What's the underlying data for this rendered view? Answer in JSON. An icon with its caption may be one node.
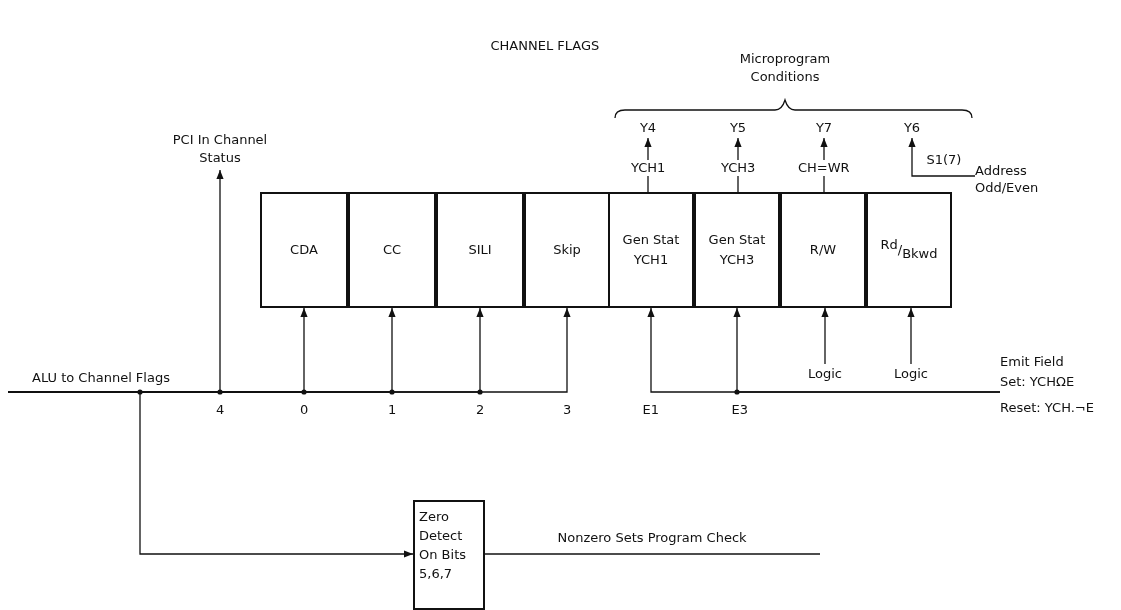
{
  "diagram": {
    "title": "CHANNEL FLAGS",
    "nodes": [
      {
        "text": [
          "CDA"
        ]
      },
      {
        "text": [
          "CC"
        ]
      },
      {
        "text": [
          "SILI"
        ]
      },
      {
        "text": [
          "Skip"
        ]
      },
      {
        "text": [
          "Gen Stat YCH1"
        ]
      },
      {
        "text": [
          "Gen Stat YCH3"
        ]
      },
      {
        "text": [
          "R/W"
        ]
      },
      {
        "text": [
          "$^{Rd}$/$_{Bkwd}$"
        ]
      },
      {
        "text": [
          "Zero Detect On Bits 5,6,7"
        ]
      },
      {
        "text": [
          "ALU to Channel Flags"
        ]
      },
      {
        "text": [
          "PCI In Channel Status"
        ]
      },
      {
        "text": [
          "Emit Field",
          "Set: YCHΩE",
          "Reset: YCH.¬E"
        ]
      },
      {
        "text": [
          "Logic"
        ]
      },
      {
        "text": [
          "Logic"
        ]
      },
      {
        "text": [
          "Y4"
        ]
      },
      {
        "text": [
          "Y5"
        ]
      },
      {
        "text": [
          "Y7"
        ]
      },
      {
        "text": [
          "Y6"
        ]
      },
      {
        "text": [
          "Address Odd/Even"
        ]
      }
    ],
    "edges": [
      {
        "from": 9,
        "to": 10,
        "arrow": "to"
      },
      {
        "from": 9,
        "to": 0,
        "arrow": "to"
      },
      {
        "from": 9,
        "to": 1,
        "arrow": "to"
      },
      {
        "from": 9,
        "to": 2,
        "arrow": "to"
      },
      {
        "from": 9,
        "to": 3,
        "arrow": "to"
      },
      {
        "from": 9,
        "to": 8,
        "arrow": "to"
      },
      {
        "from": 11,
        "to": 4,
        "arrow": "to"
      },
      {
        "from": 11,
        "to": 5,
        "arrow": "to"
      },
      {
        "from": 12,
        "to": 6,
        "arrow": "to"
      },
      {
        "from": 13,
        "to": 7,
        "arrow": "to"
      },
      {
        "from": 4,
        "to": 14,
        "arrow": "to",
        "label": "YCH1"
      },
      {
        "from": 5,
        "to": 15,
        "arrow": "to",
        "label": "YCH3"
      },
      {
        "from": 6,
        "to": 16,
        "arrow": "to",
        "label": "CH=WR"
      },
      {
        "from": 18,
        "to": 17,
        "arrow": "to",
        "label": "S1(7)"
      },
      {
        "from": 8,
        "to": null,
        "arrow": "none",
        "label": "Nonzero Sets Program Check"
      }
    ],
    "labels": [
      "Microprogram Conditions",
      "4",
      "0",
      "1",
      "2",
      "3",
      "E1",
      "E3"
    ]
  }
}
